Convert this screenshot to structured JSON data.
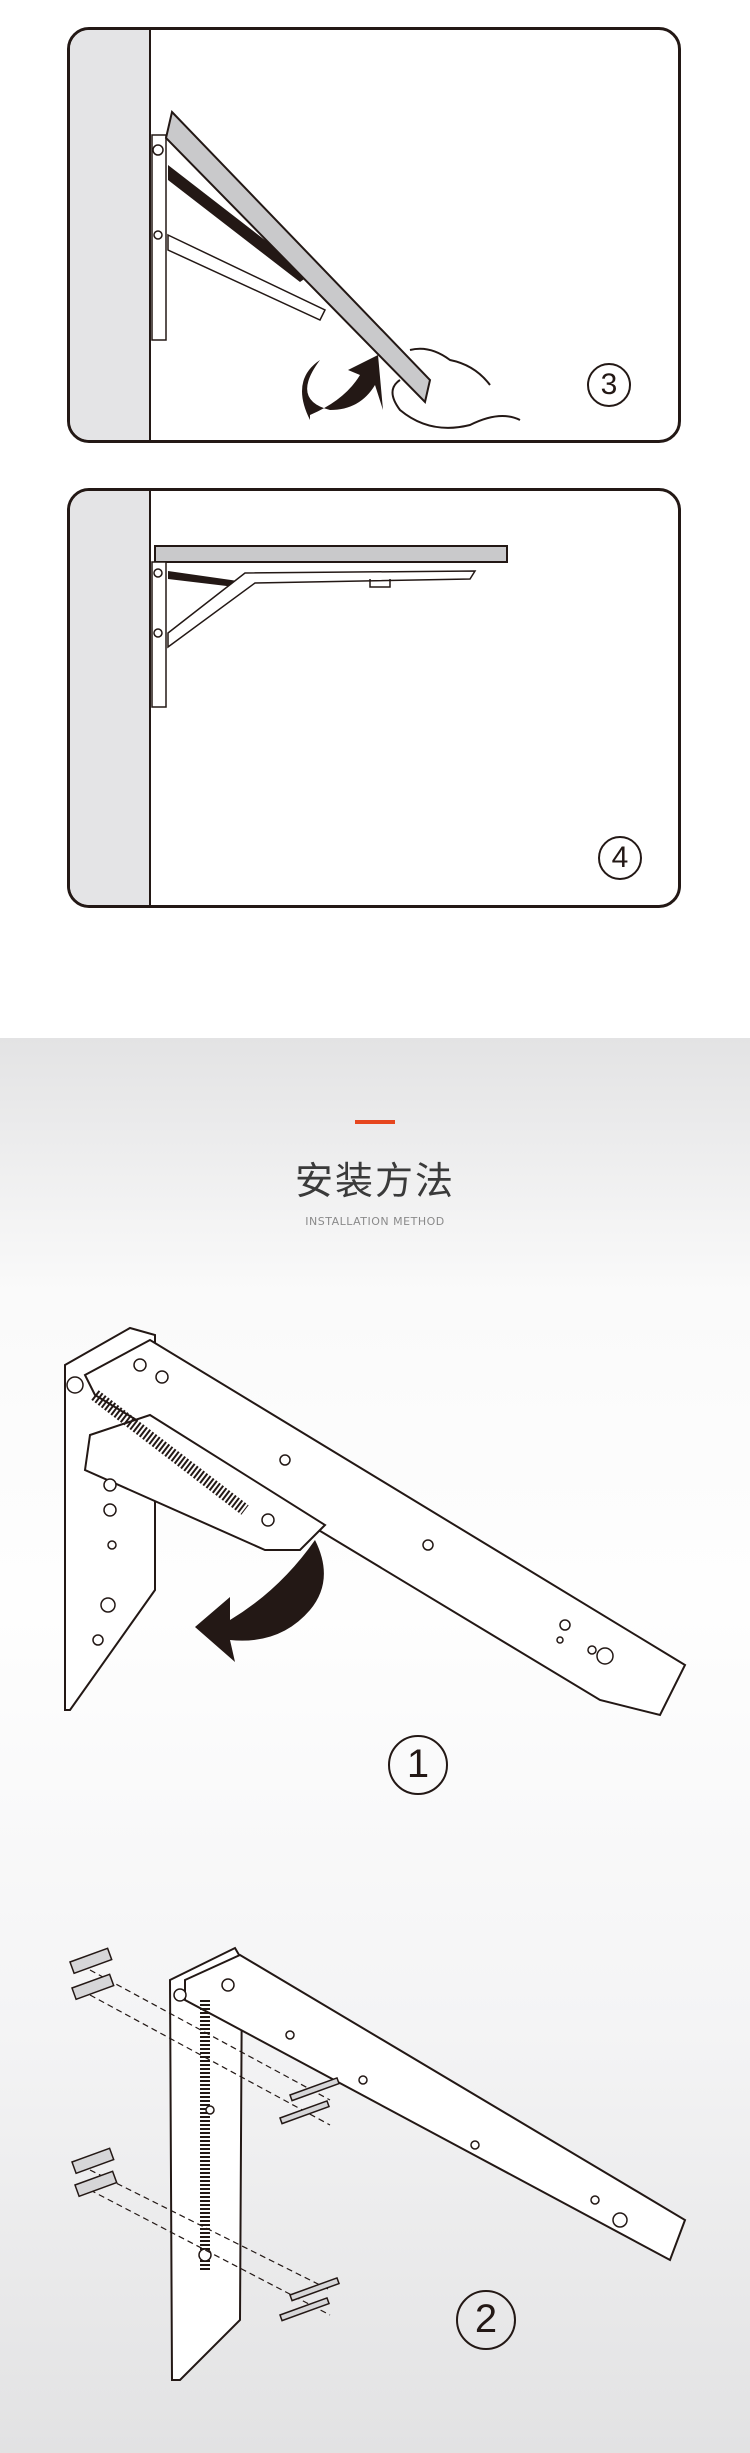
{
  "steps": [
    {
      "number": "3"
    },
    {
      "number": "4"
    }
  ],
  "section": {
    "title": "安装方法",
    "subtitle": "INSTALLATION METHOD",
    "accent_color": "#e6461e"
  },
  "figures": [
    {
      "number": "1"
    },
    {
      "number": "2"
    }
  ]
}
